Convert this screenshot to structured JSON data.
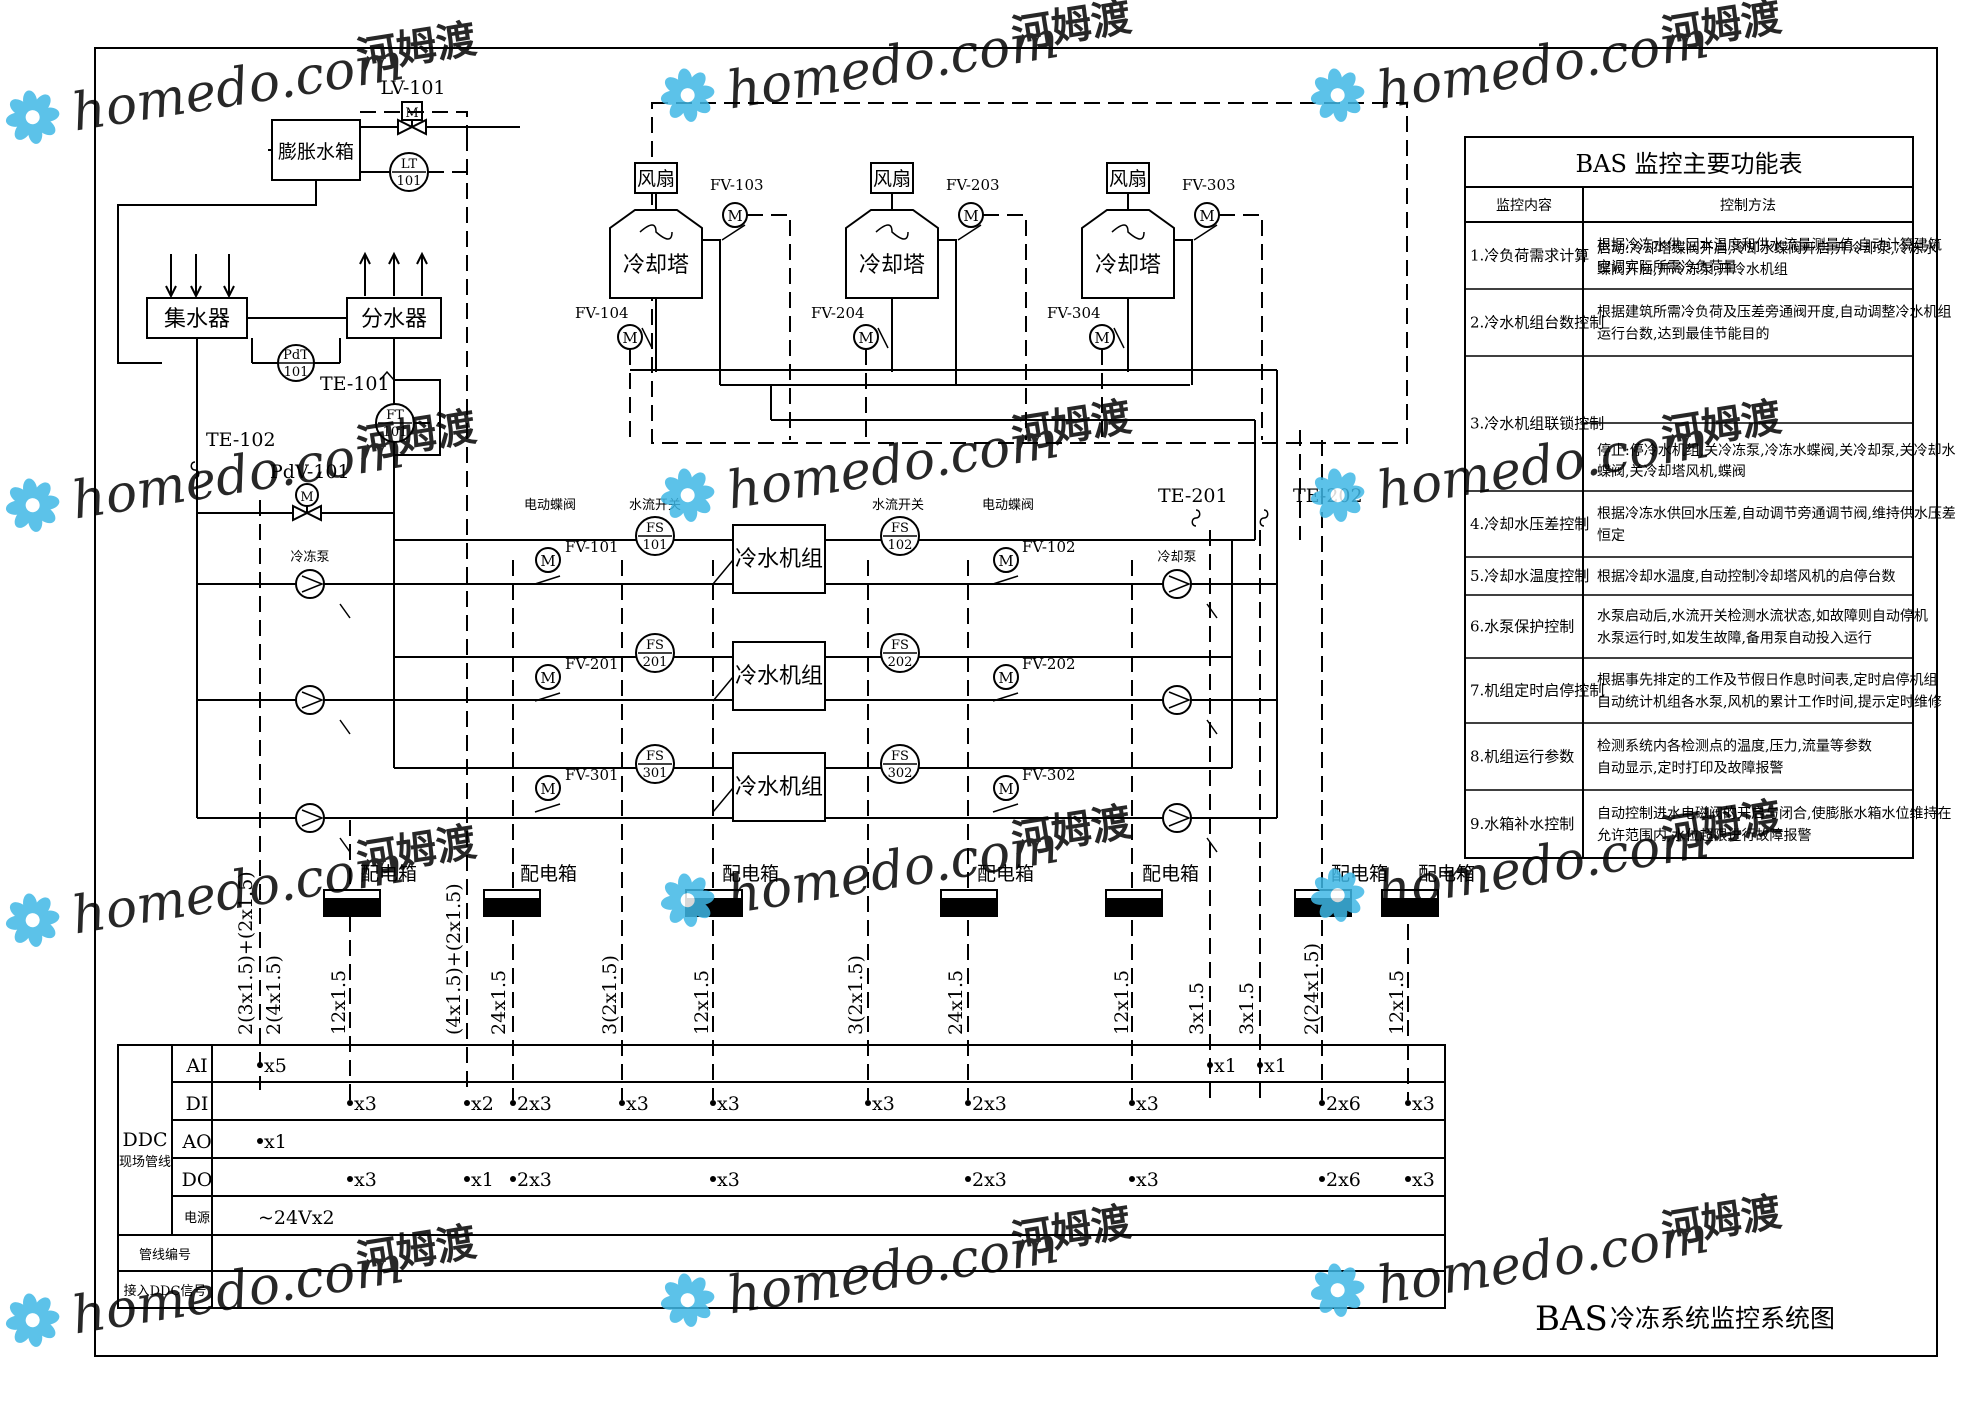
{
  "title": {
    "prefix": "BAS",
    "text": "冷冻系统监控系统图"
  },
  "expansion": {
    "tank": "膨胀水箱",
    "valve": "LV-101",
    "valve_letter": "M",
    "level": [
      "LT",
      "101"
    ]
  },
  "headers": {
    "collector": "集水器",
    "distributor": "分水器"
  },
  "sensors": {
    "pdt": [
      "PdT",
      "101"
    ],
    "ft": [
      "FT",
      "101"
    ],
    "te101": "TE-101",
    "te102": "TE-102",
    "te201": "TE-201",
    "te202": "TE-202",
    "pdv": "PdV-101"
  },
  "pump_labels": {
    "chilled": "冷冻泵",
    "cooling": "冷却泵"
  },
  "top_labels": {
    "valve_left": "电动蝶阀",
    "flow_left": "水流开关",
    "flow_right": "水流开关",
    "valve_right": "电动蝶阀"
  },
  "towers": [
    {
      "fan": "风扇",
      "body": "冷却塔",
      "fv_top": "FV-103",
      "fv_bottom": "FV-104"
    },
    {
      "fan": "风扇",
      "body": "冷却塔",
      "fv_top": "FV-203",
      "fv_bottom": "FV-204"
    },
    {
      "fan": "风扇",
      "body": "冷却塔",
      "fv_top": "FV-303",
      "fv_bottom": "FV-304"
    }
  ],
  "chillers": [
    {
      "name": "冷水机组",
      "fv_left": "FV-101",
      "fv_right": "FV-102",
      "fs_left": [
        "FS",
        "101"
      ],
      "fs_right": [
        "FS",
        "102"
      ]
    },
    {
      "name": "冷水机组",
      "fv_left": "FV-201",
      "fv_right": "FV-202",
      "fs_left": [
        "FS",
        "201"
      ],
      "fs_right": [
        "FS",
        "202"
      ]
    },
    {
      "name": "冷水机组",
      "fv_left": "FV-301",
      "fv_right": "FV-302",
      "fs_left": [
        "FS",
        "301"
      ],
      "fs_right": [
        "FS",
        "302"
      ]
    }
  ],
  "motor_letter": "M",
  "panel_label": "配电箱",
  "cables": [
    "2(3x1.5)+(2x1.5)",
    "2(4x1.5)",
    "12x1.5",
    "(4x1.5)+(2x1.5)",
    "24x1.5",
    "3(2x1.5)",
    "12x1.5",
    "3(2x1.5)",
    "24x1.5",
    "12x1.5",
    "3x1.5",
    "3x1.5",
    "2(24x1.5)",
    "12x1.5"
  ],
  "ddc": {
    "title": "DDC",
    "subtitle": "现场管线",
    "rows": [
      "AI",
      "DI",
      "AO",
      "DO",
      "电源"
    ],
    "pipe_no": "管线编号",
    "access": "接入DDC信号",
    "ai": [
      "x5",
      "x1",
      "x1"
    ],
    "di": [
      "x3",
      "x2",
      "2x3",
      "x3",
      "x3",
      "x3",
      "2x3",
      "x3",
      "2x6",
      "x3"
    ],
    "ao": [
      "x1"
    ],
    "do": [
      "x3",
      "x1",
      "2x3",
      "x3",
      "2x3",
      "x3",
      "2x6",
      "x3"
    ],
    "power": "~24Vx2"
  },
  "table": {
    "title": "BAS 监控主要功能表",
    "col1": "监控内容",
    "col2": "控制方法",
    "rows": [
      {
        "item": "1.冷负荷需求计算",
        "method": [
          "根据冷冻水供,回水温度和供水流量测量值,自动计算建筑",
          "空调实际所需冷负荷量"
        ]
      },
      {
        "item": "2.冷水机组台数控制",
        "method": [
          "根据建筑所需冷负荷及压差旁通阀开度,自动调整冷水机组",
          "运行台数,达到最佳节能目的"
        ]
      },
      {
        "item": "3.冷水机组联锁控制",
        "method": [
          "启动:冷却塔蝶阀开启,冷却水蝶阀开启,开冷却泵,冷冻水",
          "蝶阀开启,开冷冻泵,开冷水机组",
          "停止:停冷水机组,关冷冻泵,冷冻水蝶阀,关冷却泵,关冷却水",
          "蝶阀,关冷却塔风机,蝶阀"
        ]
      },
      {
        "item": "4.冷却水压差控制",
        "method": [
          "根据冷冻水供回水压差,自动调节旁通调节阀,维持供水压差",
          "恒定"
        ]
      },
      {
        "item": "5.冷却水温度控制",
        "method": [
          "根据冷却水温度,自动控制冷却塔风机的启停台数"
        ]
      },
      {
        "item": "6.水泵保护控制",
        "method": [
          "水泵启动后,水流开关检测水流状态,如故障则自动停机",
          "水泵运行时,如发生故障,备用泵自动投入运行"
        ]
      },
      {
        "item": "7.机组定时启停控制",
        "method": [
          "根据事先排定的工作及节假日作息时间表,定时启停机组",
          "自动统计机组各水泵,风机的累计工作时间,提示定时维修"
        ]
      },
      {
        "item": "8.机组运行参数",
        "method": [
          "检测系统内各检测点的温度,压力,流量等参数",
          "自动显示,定时打印及故障报警"
        ]
      },
      {
        "item": "9.水箱补水控制",
        "method": [
          "自动控制进水电磁阀的开启与闭合,使膨胀水箱水位维持在",
          "允许范围内,水位超限进行故障报警"
        ]
      }
    ]
  },
  "watermark": {
    "en": "homedo.com",
    "cn": "河姆渡"
  },
  "colors": {
    "wm_green": "#c9df3c",
    "wm_blue": "#3fb8e6",
    "wm_gray": "#7a7a7a",
    "ink": "#000000"
  }
}
